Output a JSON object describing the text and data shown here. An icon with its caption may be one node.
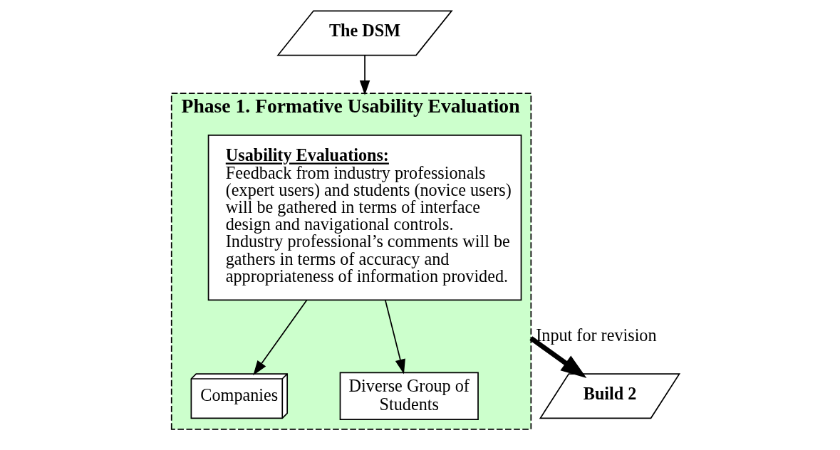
{
  "diagram": {
    "nodes": [
      {
        "text": [
          "Phase 1. Formative Usability Evaluation"
        ]
      },
      {
        "text": [
          "Usability Evaluations:",
          "Feedback from industry professionals (expert users) and students (novice users) will be gathered in terms of interface design and navigational controls.",
          "Industry professional’s comments will be gathers in terms of accuracy and appropriateness of information provided."
        ],
        "in": 0
      },
      {
        "text": [
          "Companies"
        ],
        "in": 0
      },
      {
        "text": [
          "Diverse Group of Students"
        ],
        "in": 0
      },
      {
        "text": [
          "The DSM"
        ]
      },
      {
        "text": [
          "Build 2"
        ]
      }
    ],
    "edges": [
      {
        "from": 4,
        "to": 0,
        "arrow": "to"
      },
      {
        "from": 1,
        "to": 2,
        "arrow": "to"
      },
      {
        "from": 1,
        "to": 3,
        "arrow": "to"
      },
      {
        "from": 0,
        "to": 5,
        "arrow": "to",
        "label": "Input for revision",
        "style": "thick"
      }
    ]
  }
}
